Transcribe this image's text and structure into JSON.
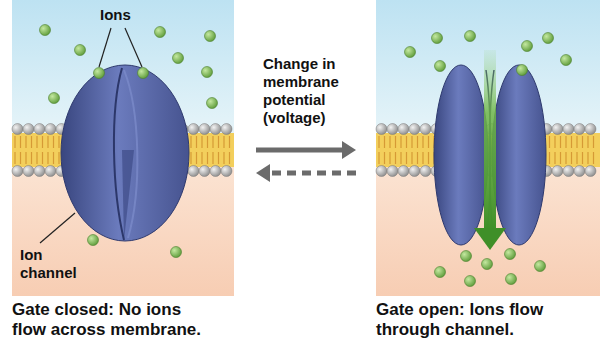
{
  "diagram": {
    "nodes": [
      {
        "text": [
          "Gate closed: No ions flow across membrane."
        ]
      },
      {
        "text": [
          "Gate open: Ions flow through channel."
        ]
      }
    ],
    "edges": [
      {
        "from": 0,
        "to": 1,
        "arrow": "to",
        "label": "Change in membrane potential (voltage)"
      },
      {
        "from": 1,
        "to": 0,
        "arrow": "to"
      }
    ],
    "labels": [
      "Ions",
      "Ion channel"
    ]
  }
}
